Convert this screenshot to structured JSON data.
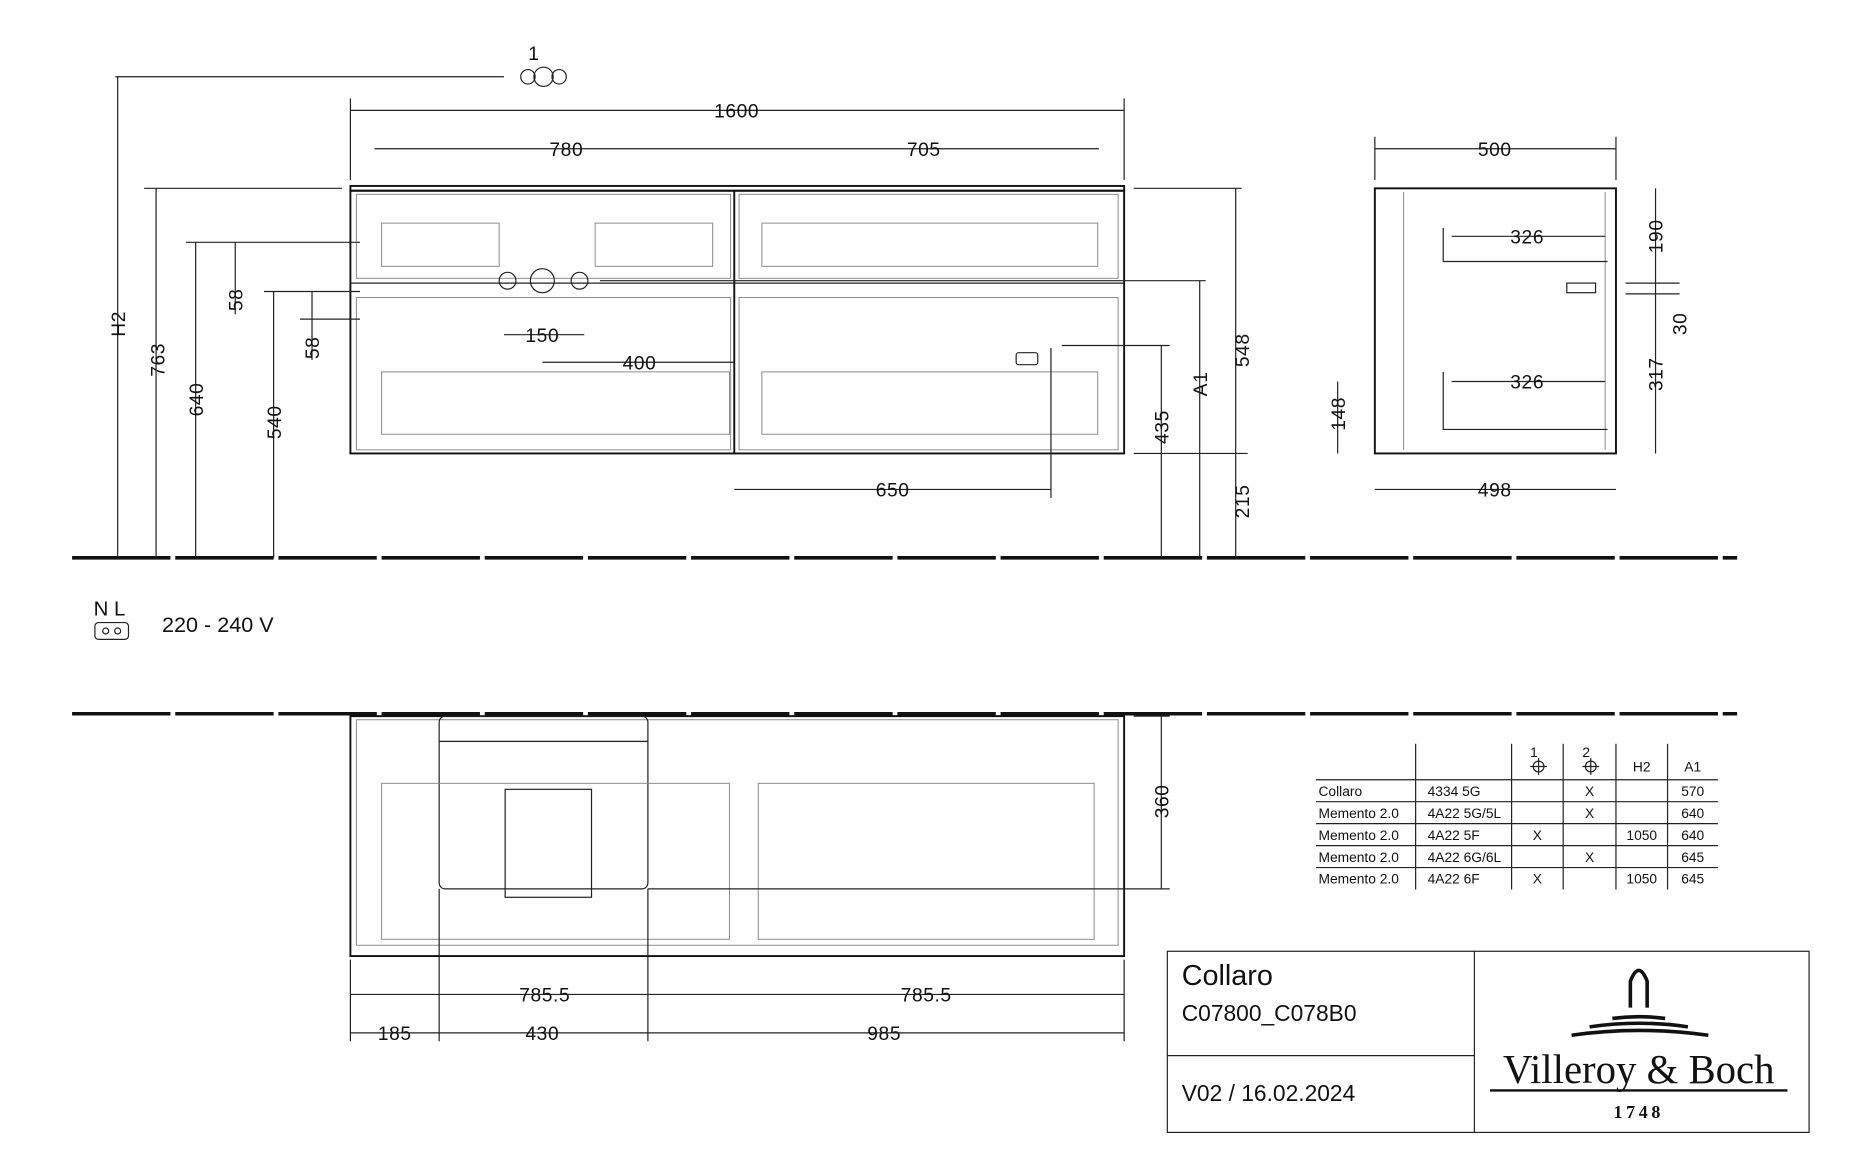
{
  "drawing": {
    "front_view": {
      "connection_marker": "1",
      "dims": {
        "total_width": "1600",
        "left_width": "780",
        "right_width": "705",
        "h2": "H2",
        "h763": "763",
        "h640": "640",
        "h540": "540",
        "d58_top": "58",
        "d58_bottom": "58",
        "d150": "150",
        "d400": "400",
        "d650": "650",
        "d435": "435",
        "a1": "A1",
        "h548": "548",
        "h215": "215"
      }
    },
    "side_view": {
      "dims": {
        "depth_top": "500",
        "inner_top": "326",
        "inner_bottom": "326",
        "d190": "190",
        "d30": "30",
        "d317": "317",
        "d148": "148",
        "depth_bottom": "498"
      }
    },
    "power": {
      "labels": "N  L",
      "voltage": "220 - 240 V"
    },
    "top_view": {
      "dims": {
        "d360": "360",
        "half_left": "785.5",
        "half_right": "785.5",
        "d185": "185",
        "d430": "430",
        "d985": "985"
      }
    }
  },
  "table": {
    "headers": [
      "",
      "",
      "1",
      "2",
      "H2",
      "A1"
    ],
    "header_icons": [
      "crosshair-icon",
      "crosshair-icon"
    ],
    "rows": [
      [
        "Collaro",
        "4334 5G",
        "",
        "X",
        "",
        "570"
      ],
      [
        "Memento 2.0",
        "4A22 5G/5L",
        "",
        "X",
        "",
        "640"
      ],
      [
        "Memento 2.0",
        "4A22 5F",
        "X",
        "",
        "1050",
        "640"
      ],
      [
        "Memento 2.0",
        "4A22 6G/6L",
        "",
        "X",
        "",
        "645"
      ],
      [
        "Memento 2.0",
        "4A22 6F",
        "X",
        "",
        "1050",
        "645"
      ]
    ]
  },
  "title_block": {
    "product": "Collaro",
    "code": "C07800_C078B0",
    "version": "V02 / 16.02.2024",
    "logo": {
      "brand": "Villeroy & Boch",
      "year": "1748"
    }
  }
}
